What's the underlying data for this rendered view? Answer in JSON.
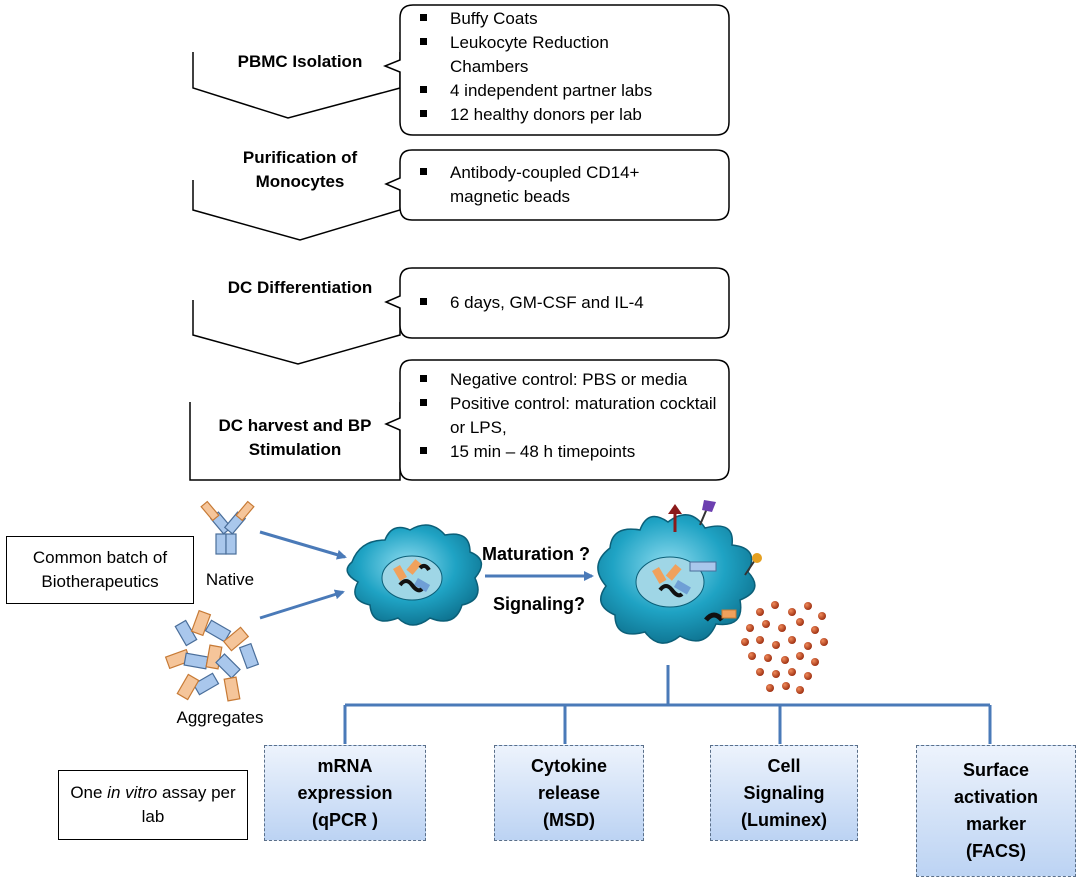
{
  "stages": [
    {
      "title": "PBMC Isolation",
      "bullets": [
        "Buffy Coats",
        "Leukocyte Reduction Chambers",
        "4 independent partner labs",
        "12 healthy donors per lab"
      ]
    },
    {
      "title": "Purification of Monocytes",
      "bullets": [
        "Antibody-coupled CD14+ magnetic beads"
      ]
    },
    {
      "title": "DC Differentiation",
      "bullets": [
        "6 days, GM-CSF and IL-4"
      ]
    },
    {
      "title": "DC harvest and BP Stimulation",
      "bullets": [
        "Negative control: PBS or media",
        "Positive control: maturation cocktail or LPS,",
        "15 min – 48 h timepoints"
      ]
    }
  ],
  "inputs": {
    "batch_label": "Common batch of Biotherapeutics",
    "native_label": "Native",
    "aggregates_label": "Aggregates"
  },
  "outcome": {
    "maturation_label": "Maturation ?",
    "signaling_label": "Signaling?"
  },
  "assay_note": {
    "pre": "One ",
    "em": "in vitro",
    "post": " assay per lab"
  },
  "assays": [
    {
      "label": "mRNA expression (qPCR )"
    },
    {
      "label": "Cytokine release (MSD)"
    },
    {
      "label": "Cell Signaling (Luminex)"
    },
    {
      "label": "Surface activation marker (FACS)"
    }
  ],
  "colors": {
    "cell": "#1fa3c4",
    "antibody_blue": "#6f9fd6",
    "antibody_orange": "#f0a15c",
    "arrow": "#4a7ab8",
    "cytokine_dots": "#b53a16",
    "assay_fill": "#bcd3f3"
  }
}
